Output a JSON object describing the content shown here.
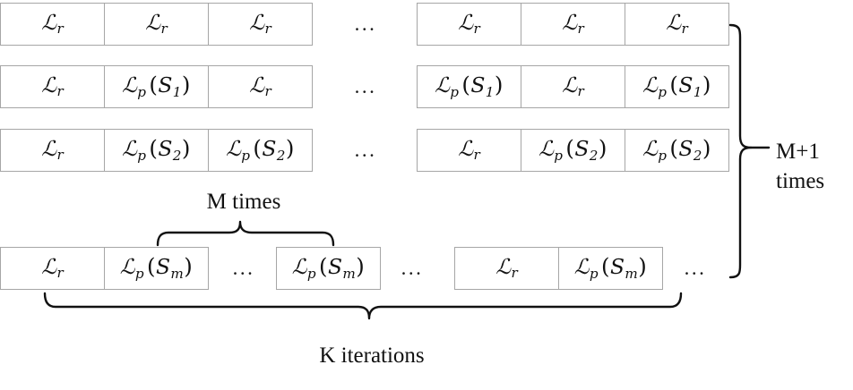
{
  "figure": {
    "title": "Training schedule diagram of reconstruction and prediction losses",
    "border_color": "#a6a6a6",
    "text_color": "#111111",
    "background": "#ffffff"
  },
  "tokens": {
    "loss_recon": "L_r",
    "loss_pred_s1": "L_p (S_1)",
    "loss_pred_s2": "L_p (S_2)",
    "loss_pred_sm": "L_p (S_m)",
    "ellipsis": "..."
  },
  "rows": [
    {
      "id": "row-1",
      "left_group": [
        "L_r",
        "L_r",
        "L_r"
      ],
      "gap": "...",
      "right_group": [
        "L_r",
        "L_r",
        "L_r"
      ]
    },
    {
      "id": "row-2",
      "left_group": [
        "L_r",
        "L_p (S_1)",
        "L_r"
      ],
      "gap": "...",
      "right_group": [
        "L_p (S_1)",
        "L_r",
        "L_p (S_1)"
      ]
    },
    {
      "id": "row-3",
      "left_group": [
        "L_r",
        "L_p (S_2)",
        "L_p (S_2)"
      ],
      "gap": "...",
      "right_group": [
        "L_r",
        "L_p (S_2)",
        "L_p (S_2)"
      ]
    },
    {
      "id": "row-m",
      "left_group": [
        "L_r",
        "L_p (S_m)"
      ],
      "inner_gap": "...",
      "left_group_tail": [
        "L_p (S_m)"
      ],
      "gap": "...",
      "right_group": [
        "L_r",
        "L_p (S_m)"
      ],
      "trailing": "..."
    }
  ],
  "labels": {
    "m_times": "M times",
    "m_plus_one_times_line1": "M+1",
    "m_plus_one_times_line2": "times",
    "k_iterations": "K iterations"
  }
}
